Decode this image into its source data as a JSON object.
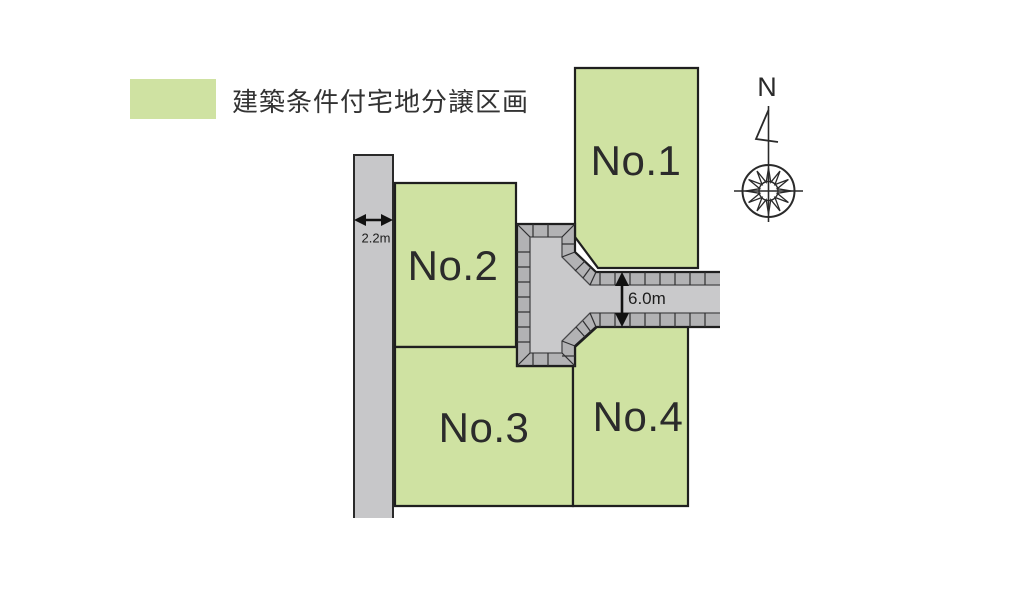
{
  "legend": {
    "label": "建築条件付宅地分譲区画"
  },
  "compass": {
    "label": "N"
  },
  "plots": [
    {
      "id": "no1",
      "label": "No.1"
    },
    {
      "id": "no2",
      "label": "No.2"
    },
    {
      "id": "no3",
      "label": "No.3"
    },
    {
      "id": "no4",
      "label": "No.4"
    }
  ],
  "dimensions": {
    "left_road_width": "2.2m",
    "main_road_width": "6.0m"
  },
  "colors": {
    "plot": "#cfe2a2",
    "left_road": "#c7c7c9",
    "road_band": "#b2b2b4",
    "road_surface": "#c9c9cb",
    "outline": "#1f1f1f"
  }
}
